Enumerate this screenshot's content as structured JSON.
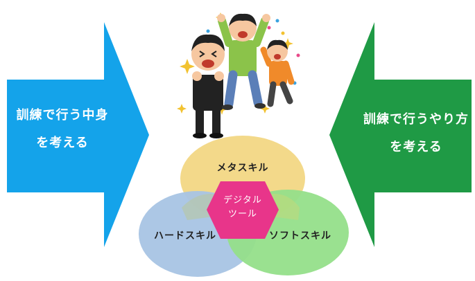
{
  "left_arrow": {
    "line1": "訓練で行う中身",
    "line2": "を考える",
    "color": "#14a3ea"
  },
  "right_arrow": {
    "line1": "訓練で行うやり方",
    "line2": "を考える",
    "color": "#1f9a45"
  },
  "venn": {
    "top_label": "メタスキル",
    "left_label": "ハードスキル",
    "right_label": "ソフトスキル",
    "center_line1": "デジタル",
    "center_line2": "ツール",
    "colors": {
      "top": "#f3d98a",
      "left": "#a8c4e4",
      "right": "#95df8a",
      "center": "#e8358a"
    }
  },
  "illustration": {
    "icon": "people-celebrating-illustration"
  }
}
